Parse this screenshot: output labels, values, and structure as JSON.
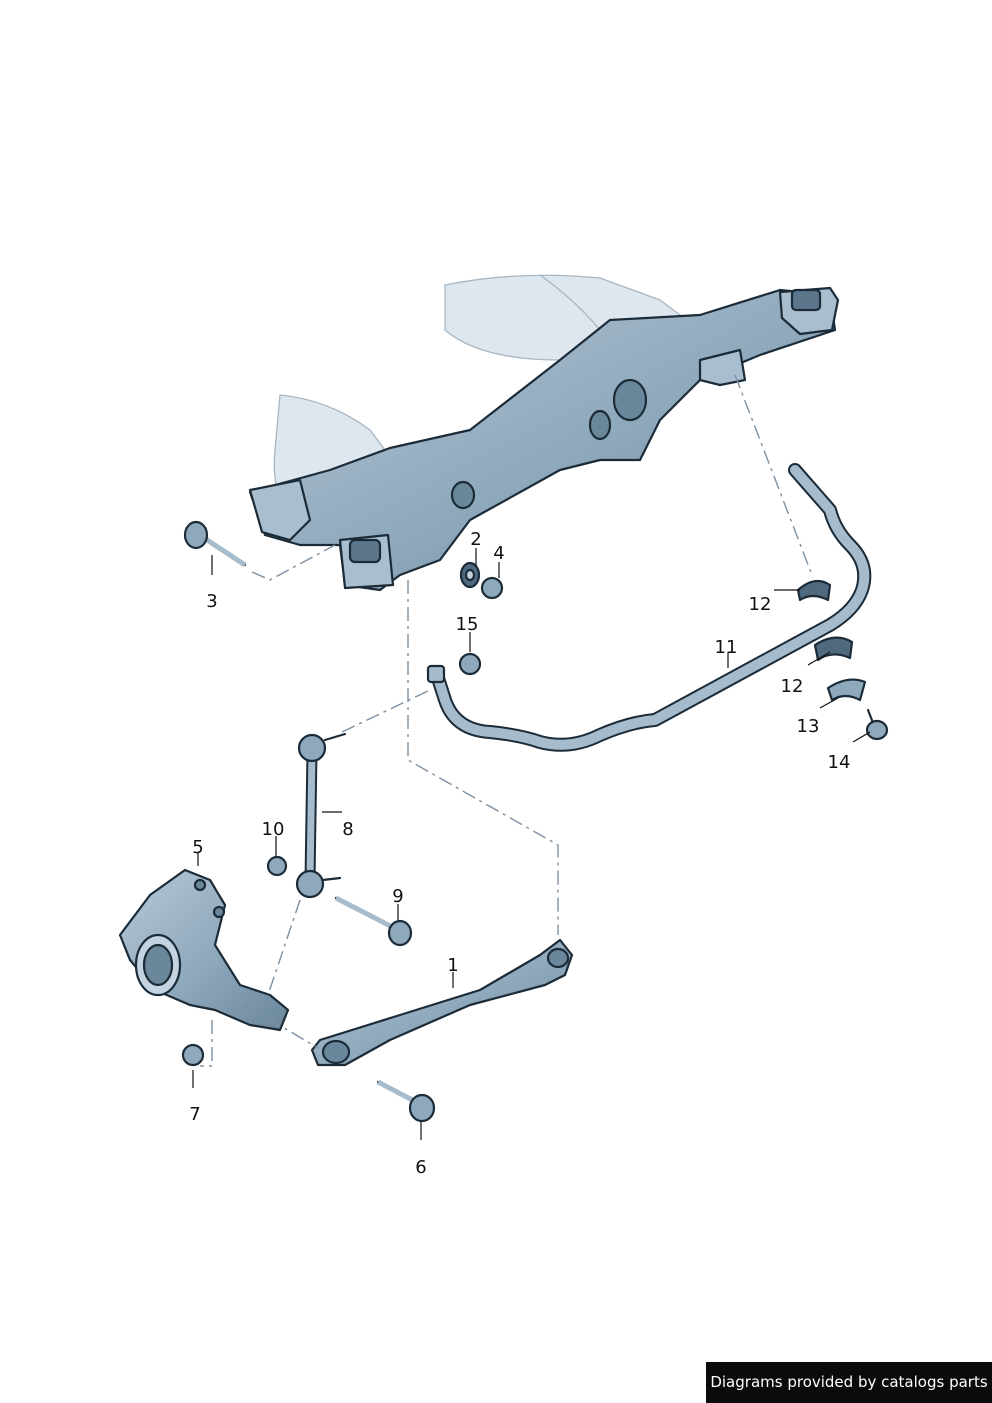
{
  "callouts": {
    "c1": "1",
    "c2": "2",
    "c3": "3",
    "c4": "4",
    "c5": "5",
    "c6": "6",
    "c7": "7",
    "c8": "8",
    "c9": "9",
    "c10": "10",
    "c11": "11",
    "c12a": "12",
    "c12b": "12",
    "c13": "13",
    "c14": "14",
    "c15": "15"
  },
  "colors": {
    "part_fill": "#8ea8bc",
    "part_stroke": "#1c2b38",
    "ghost_fill": "#dfe7ee",
    "dash": "#7d90a2"
  },
  "footer": {
    "credit": "Diagrams provided by catalogs parts"
  }
}
